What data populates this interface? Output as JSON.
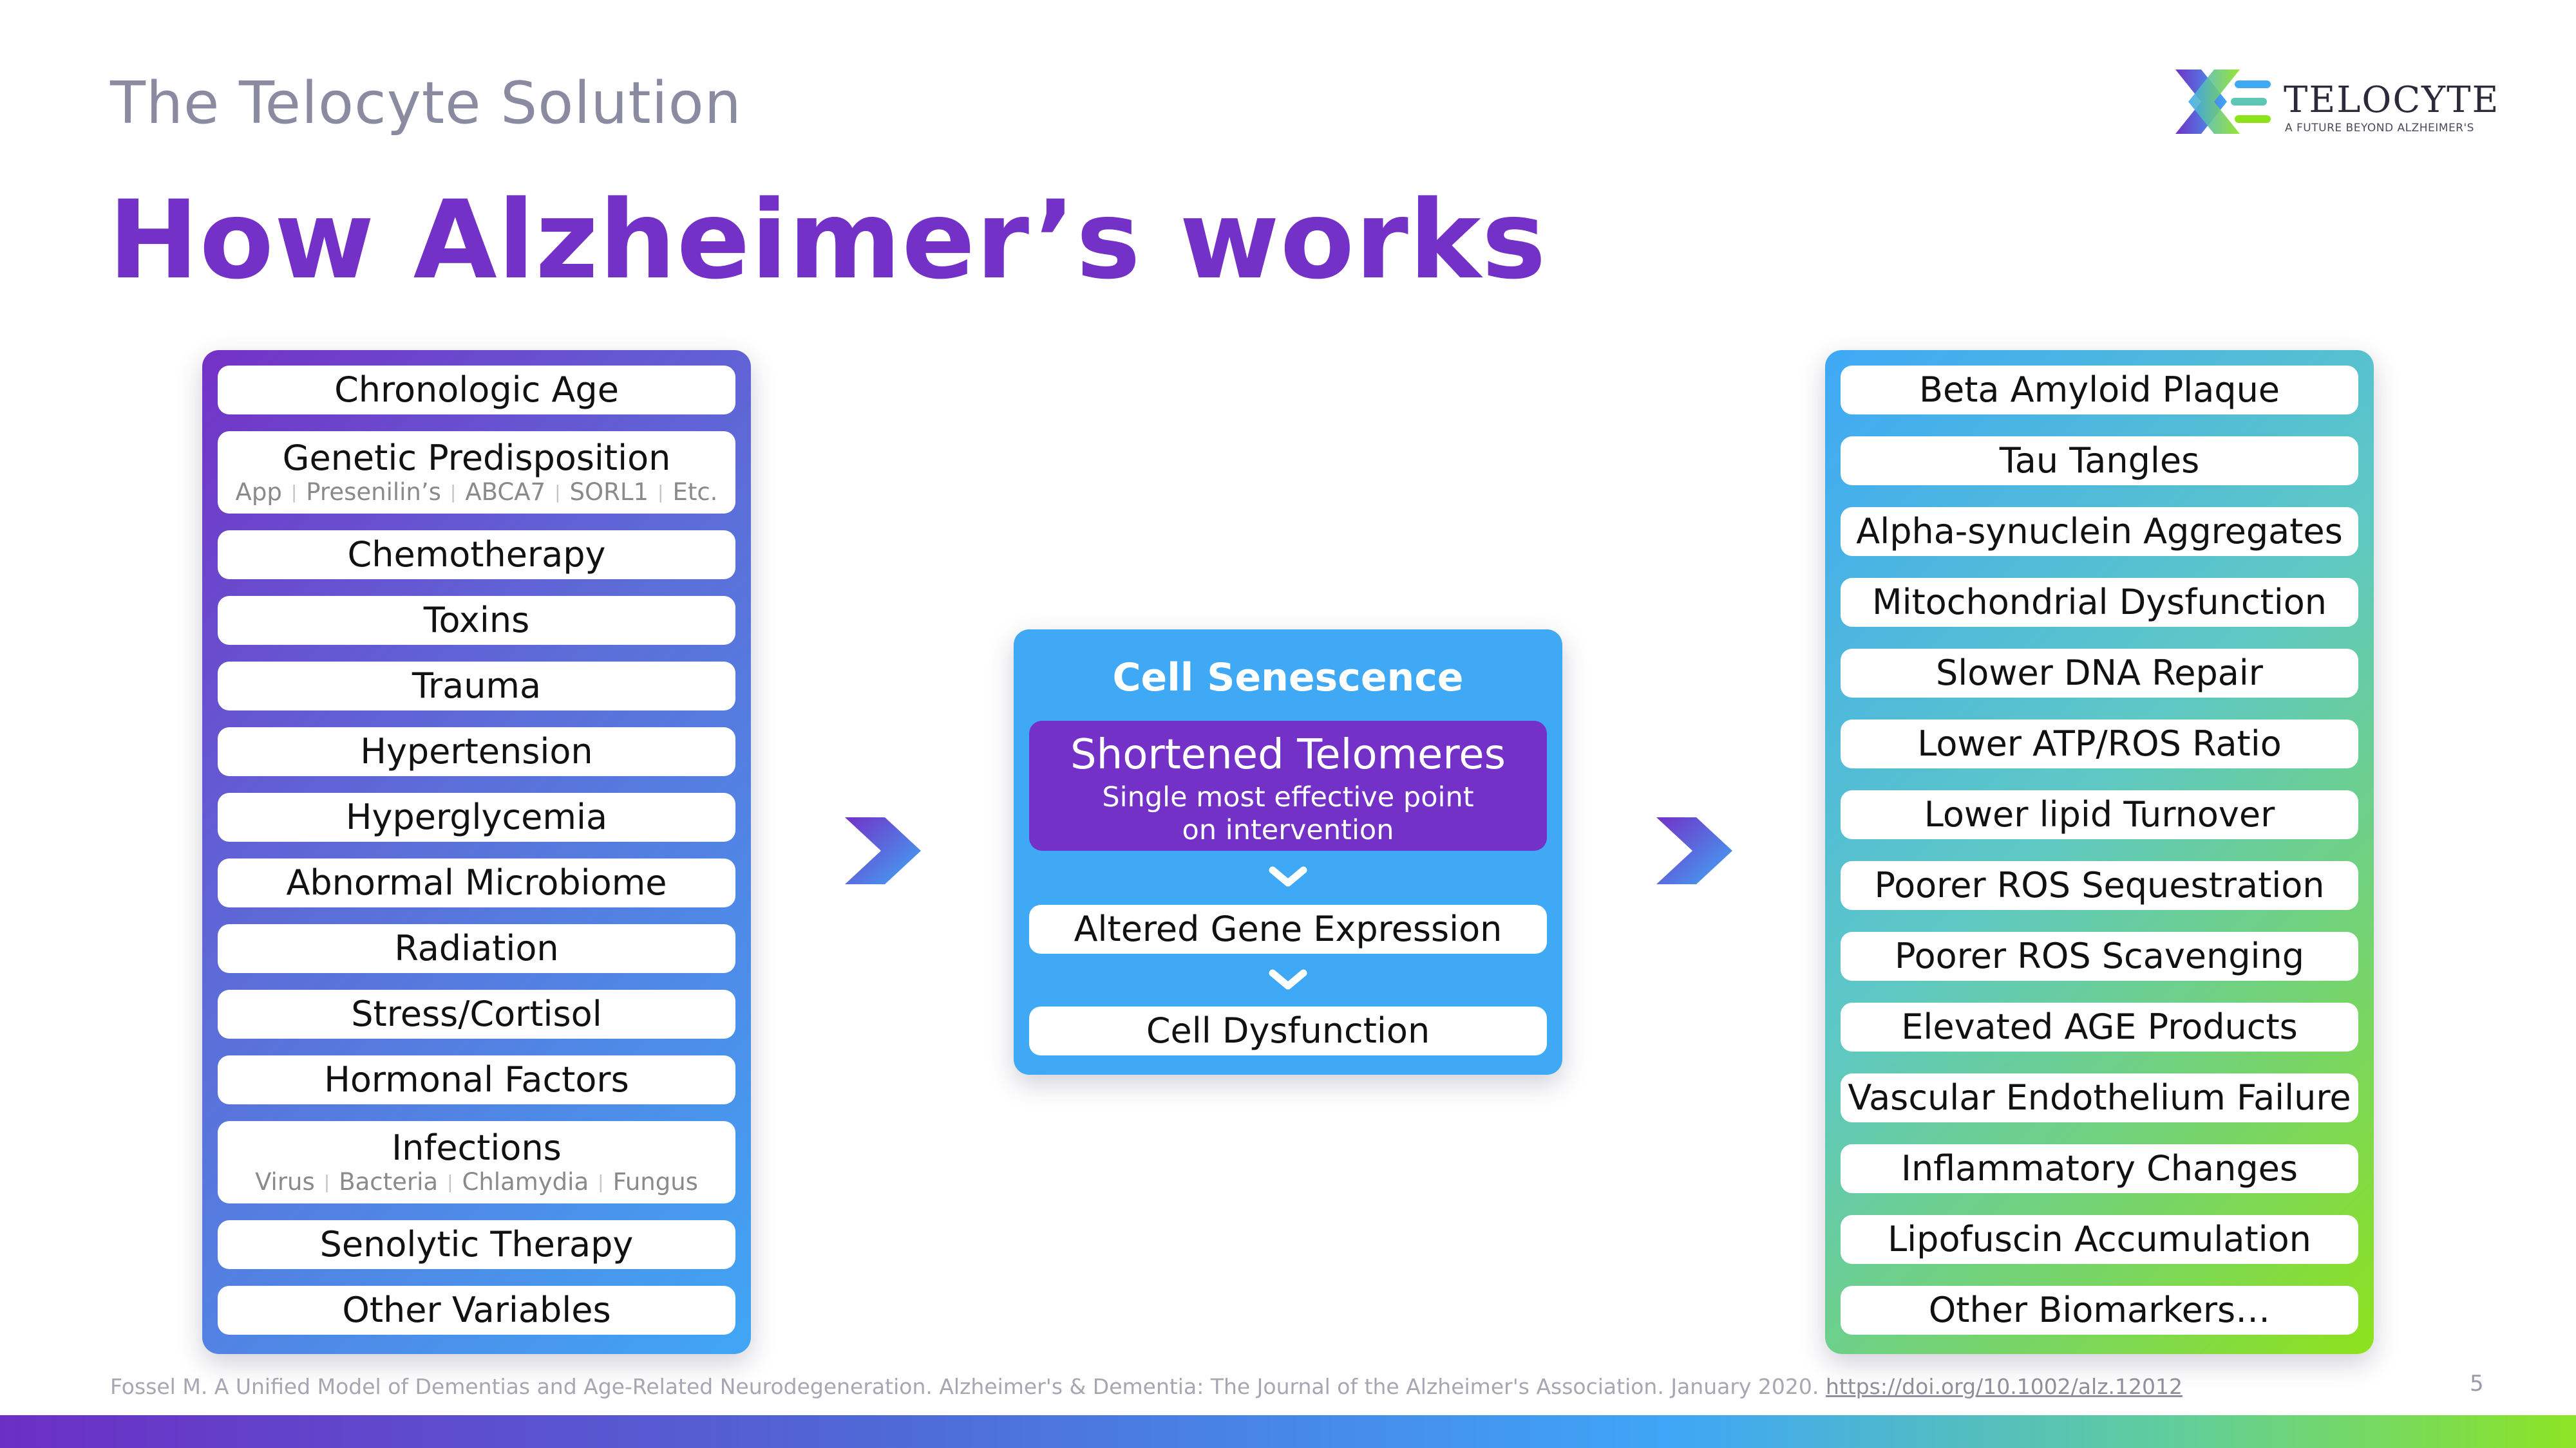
{
  "header": {
    "section_title": "The Telocyte Solution",
    "title": "How Alzheimer’s works"
  },
  "logo": {
    "name": "TELOCYTE",
    "tagline": "A FUTURE BEYOND ALZHEIMER'S"
  },
  "causes": {
    "items": [
      {
        "label": "Chronologic Age"
      },
      {
        "label": "Genetic Predisposition",
        "sub": [
          "App",
          "Presenilin’s",
          "ABCA7",
          "SORL1",
          "Etc."
        ]
      },
      {
        "label": "Chemotherapy"
      },
      {
        "label": "Toxins"
      },
      {
        "label": "Trauma"
      },
      {
        "label": "Hypertension"
      },
      {
        "label": "Hyperglycemia"
      },
      {
        "label": "Abnormal Microbiome"
      },
      {
        "label": "Radiation"
      },
      {
        "label": "Stress/Cortisol"
      },
      {
        "label": "Hormonal Factors"
      },
      {
        "label": "Infections",
        "sub": [
          "Virus",
          "Bacteria",
          "Chlamydia",
          "Fungus"
        ]
      },
      {
        "label": "Senolytic Therapy"
      },
      {
        "label": "Other Variables"
      }
    ]
  },
  "center": {
    "title": "Cell Senescence",
    "highlight_title": "Shortened Telomeres",
    "highlight_sub_1": "Single most effective point",
    "highlight_sub_2": "on intervention",
    "step_2": "Altered Gene Expression",
    "step_3": "Cell Dysfunction"
  },
  "outcomes": {
    "items": [
      "Beta Amyloid Plaque",
      "Tau Tangles",
      "Alpha-synuclein Aggregates",
      "Mitochondrial Dysfunction",
      "Slower DNA Repair",
      "Lower ATP/ROS Ratio",
      "Lower lipid Turnover",
      "Poorer ROS Sequestration",
      "Poorer ROS Scavenging",
      "Elevated AGE Products",
      "Vascular Endothelium Failure",
      "Inflammatory Changes",
      "Lipofuscin Accumulation",
      "Other Biomarkers…"
    ]
  },
  "footer": {
    "reference": "Fossel M. A Unified Model of Dementias and Age-Related Neurodegeneration. Alzheimer's & Dementia: The Journal of the Alzheimer's Association. January 2020. ",
    "doi": "https://doi.org/10.1002/alz.12012",
    "page": "5"
  },
  "colors": {
    "purple": "#7331c8",
    "blue": "#3fa9f5",
    "green": "#8ee21c",
    "subtitle_gray": "#8a8aa0"
  },
  "icons": [
    "telocyte-logo-icon",
    "chevron-down-icon",
    "arrow-right-icon"
  ]
}
